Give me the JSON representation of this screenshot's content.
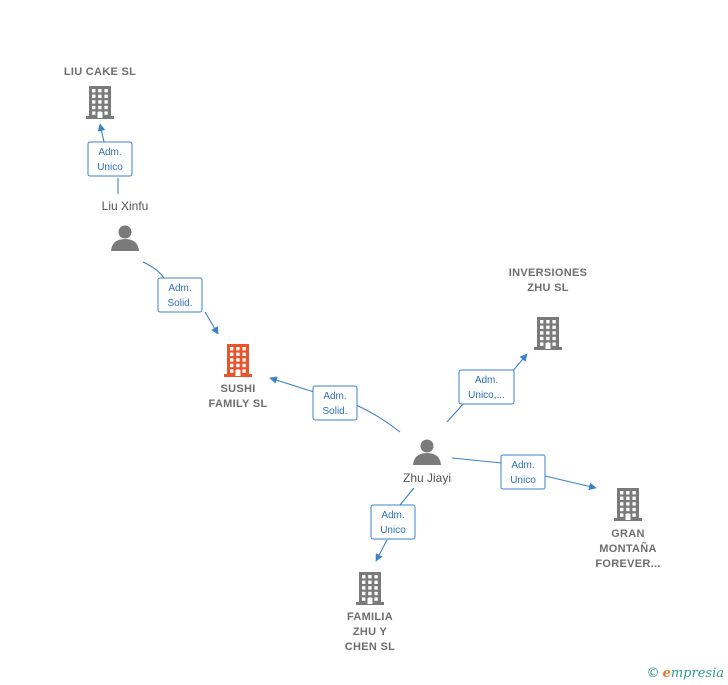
{
  "colors": {
    "edge": "#3b82c8",
    "company": "#7a7a7a",
    "company_focus": "#e8552a",
    "person": "#7a7a7a"
  },
  "companies": [
    {
      "id": "liu-cake",
      "lines": [
        "LIU CAKE  SL"
      ],
      "focus": false
    },
    {
      "id": "sushi-family",
      "lines": [
        "SUSHI",
        "FAMILY  SL"
      ],
      "focus": true
    },
    {
      "id": "inversiones-zhu",
      "lines": [
        "INVERSIONES",
        "ZHU  SL"
      ],
      "focus": false
    },
    {
      "id": "gran-montana",
      "lines": [
        "GRAN",
        "MONTAÑA",
        "FOREVER..."
      ],
      "focus": false
    },
    {
      "id": "familia-zhu",
      "lines": [
        "FAMILIA",
        "ZHU Y",
        "CHEN  SL"
      ],
      "focus": false
    }
  ],
  "people": [
    {
      "id": "liu-xinfu",
      "name": "Liu Xinfu"
    },
    {
      "id": "zhu-jiayi",
      "name": "Zhu Jiayi"
    }
  ],
  "edges": [
    {
      "id": "e1",
      "lines": [
        "Adm.",
        "Unico"
      ]
    },
    {
      "id": "e2",
      "lines": [
        "Adm.",
        "Solid."
      ]
    },
    {
      "id": "e3",
      "lines": [
        "Adm.",
        "Solid."
      ]
    },
    {
      "id": "e4",
      "lines": [
        "Adm.",
        "Unico,..."
      ]
    },
    {
      "id": "e5",
      "lines": [
        "Adm.",
        "Unico"
      ]
    },
    {
      "id": "e6",
      "lines": [
        "Adm.",
        "Unico"
      ]
    }
  ],
  "brand": {
    "copyright": "©",
    "name_first": "e",
    "name_rest": "mpresia"
  }
}
